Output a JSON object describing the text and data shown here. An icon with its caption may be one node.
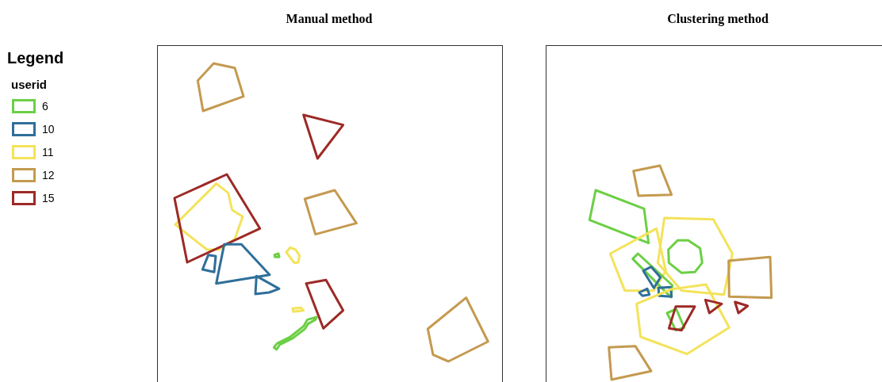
{
  "diagram": {
    "labels": [
      "Manual method",
      "Clustering method",
      "Legend",
      "userid"
    ],
    "legend": [
      {
        "text": "6",
        "color": "#6ccf45"
      },
      {
        "text": "10",
        "color": "#2f6f9a"
      },
      {
        "text": "11",
        "color": "#f3e35a"
      },
      {
        "text": "12",
        "color": "#c49a4f"
      },
      {
        "text": "15",
        "color": "#9c2a26"
      }
    ]
  }
}
